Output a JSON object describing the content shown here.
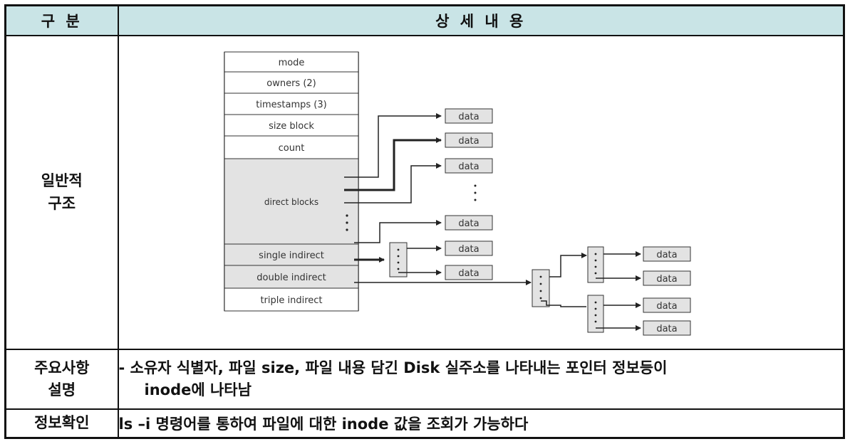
{
  "header": {
    "col1": "구 분",
    "col2": "상 세 내 용"
  },
  "row1": {
    "label_line1": "일반적",
    "label_line2": "구조",
    "diagram": {
      "inode_fields": [
        "mode",
        "owners (2)",
        "timestamps (3)",
        "size block",
        "count",
        "direct blocks",
        "single indirect",
        "double indirect",
        "triple indirect"
      ],
      "data_label": "data"
    }
  },
  "row2": {
    "label_line1": "주요사항",
    "label_line2": "설명",
    "text_line1": "- 소유자 식별자, 파일 size,  파일 내용 담긴 Disk 실주소를 나타내는 포인터 정보등이",
    "text_line2": "inode에 나타남"
  },
  "row3": {
    "label": "정보확인",
    "text": "ls –i 명령어를 통하여 파일에 대한 inode 값을 조회가 가능하다"
  },
  "colors": {
    "header_bg": "#c9e4e6",
    "block_gray": "#e3e3e3",
    "border": "#111111"
  }
}
